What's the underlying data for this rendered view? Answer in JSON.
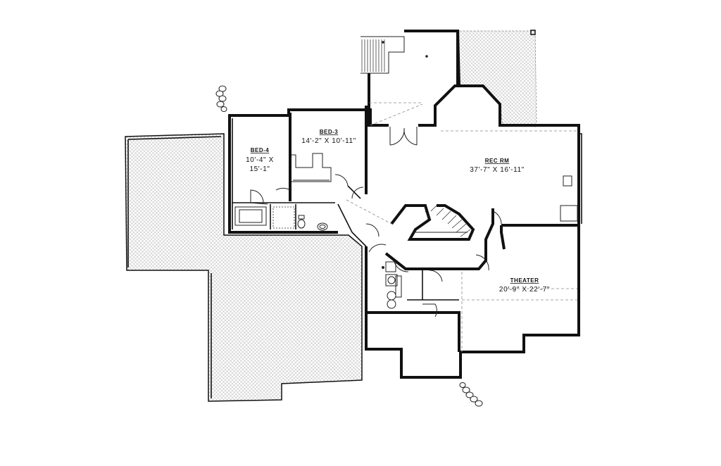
{
  "rooms": {
    "bed4": {
      "title": "BED-4",
      "dim_line1": "10'-4\" X",
      "dim_line2": "15'-1\""
    },
    "bed3": {
      "title": "BED-3",
      "dim": "14'-2\" X 10'-11\""
    },
    "rec": {
      "title": "REC RM",
      "dim": "37'-7\" X 16'-11\""
    },
    "theater": {
      "title": "THEATER",
      "dim": "20'-9\" X 22'-7\""
    }
  }
}
